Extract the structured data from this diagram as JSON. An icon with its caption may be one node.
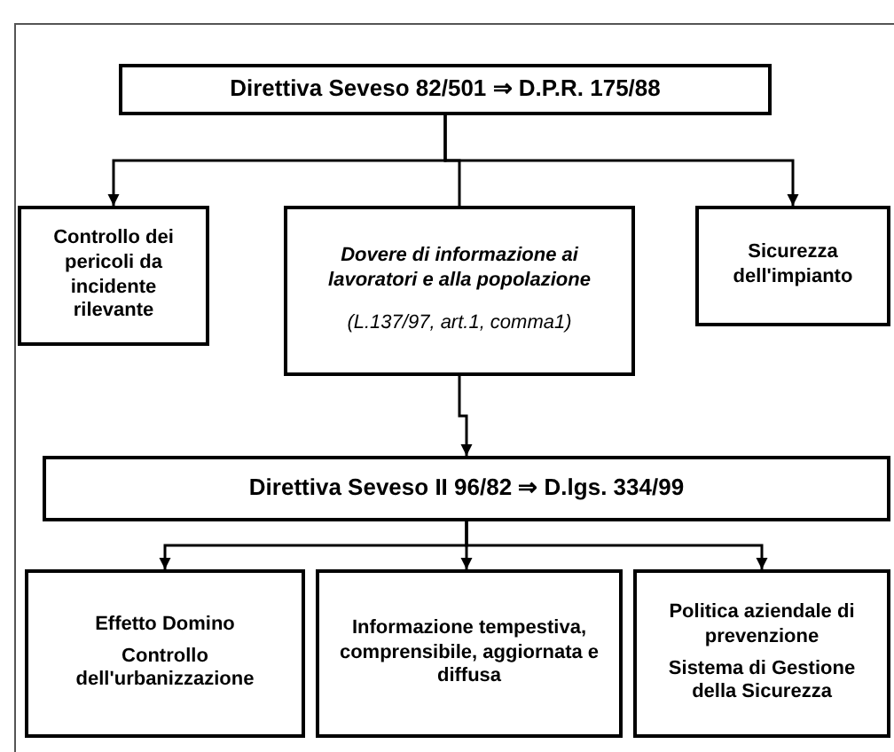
{
  "diagram": {
    "nodes": [
      {
        "text": [
          "Direttiva Seveso 82/501 ⇒ D.P.R. 175/88"
        ]
      },
      {
        "text": [
          "Controllo dei pericoli da incidente rilevante"
        ]
      },
      {
        "text": [
          "Dovere di informazione ai lavoratori e alla popolazione",
          "(L.137/97, art.1, comma1)"
        ]
      },
      {
        "text": [
          "Sicurezza dell'impianto"
        ]
      },
      {
        "text": [
          "Direttiva Seveso II 96/82 ⇒ D.lgs. 334/99"
        ]
      },
      {
        "text": [
          "Effetto Domino",
          "Controllo dell'urbanizzazione"
        ]
      },
      {
        "text": [
          "Informazione tempestiva, comprensibile, aggiornata e diffusa"
        ]
      },
      {
        "text": [
          "Politica aziendale di prevenzione",
          "Sistema di Gestione della Sicurezza"
        ]
      }
    ],
    "edges": [
      {
        "from": 0,
        "to": 1,
        "arrow": "to"
      },
      {
        "from": 0,
        "to": 2,
        "arrow": "none"
      },
      {
        "from": 0,
        "to": 3,
        "arrow": "to"
      },
      {
        "from": 2,
        "to": 4,
        "arrow": "to"
      },
      {
        "from": 4,
        "to": 5,
        "arrow": "to"
      },
      {
        "from": 4,
        "to": 6,
        "arrow": "to"
      },
      {
        "from": 4,
        "to": 7,
        "arrow": "to"
      }
    ]
  }
}
